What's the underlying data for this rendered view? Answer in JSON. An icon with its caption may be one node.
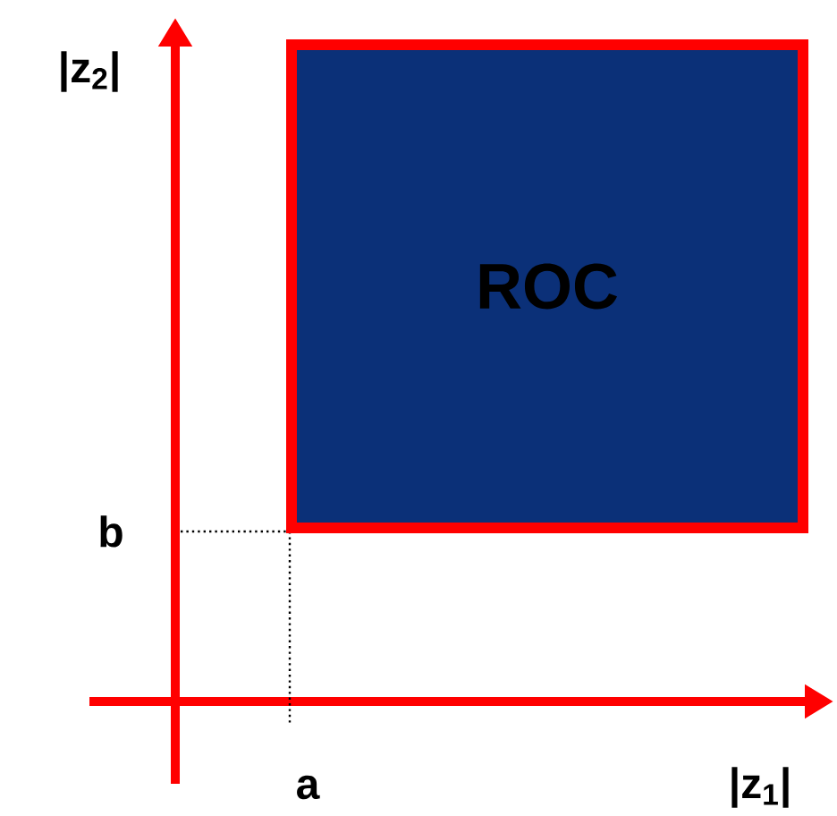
{
  "diagram": {
    "nodes": [
      {
        "text": [
          "ROC"
        ]
      }
    ],
    "labels": [
      "|z$_{2}$|",
      "b",
      "a",
      "|z$_{1}$|"
    ]
  }
}
